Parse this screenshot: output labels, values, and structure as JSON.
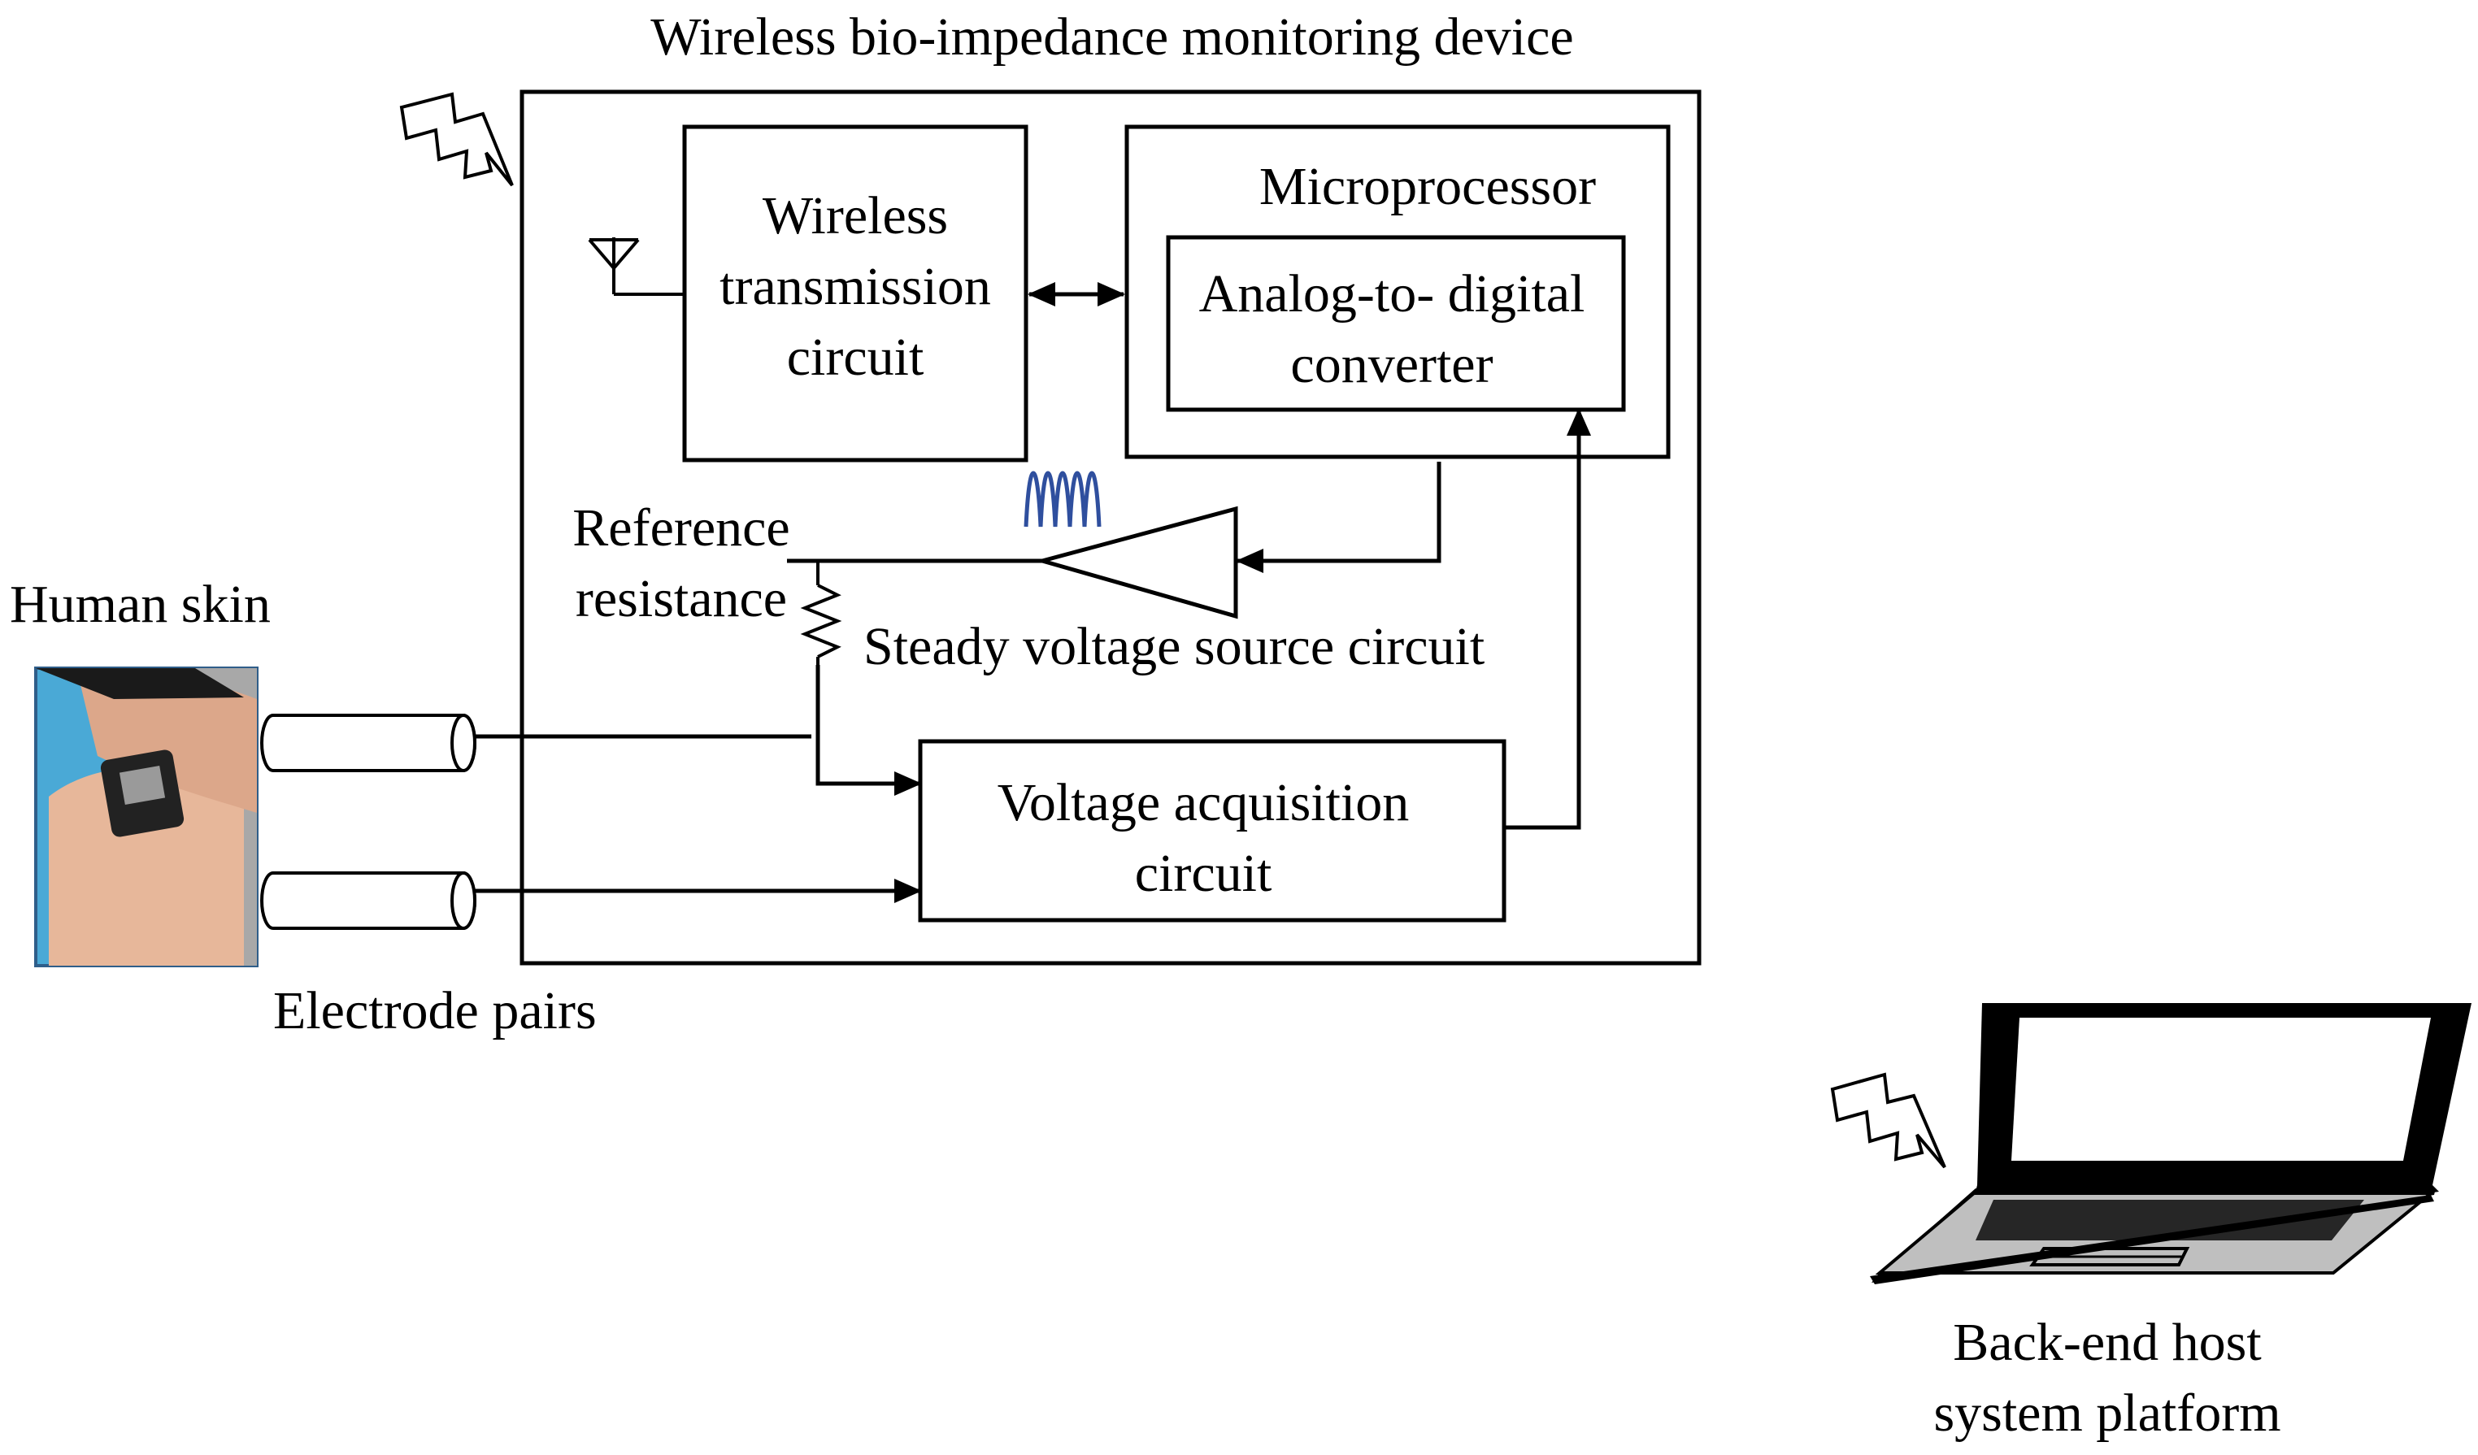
{
  "device": {
    "title": "Wireless bio-impedance monitoring device"
  },
  "blocks": {
    "wireless_transmission": [
      "Wireless",
      "transmission",
      "circuit"
    ],
    "microprocessor": "Microprocessor",
    "adc": [
      "Analog-to- digital",
      "converter"
    ],
    "reference_resistance": [
      "Reference",
      "resistance"
    ],
    "steady_voltage_source": "Steady voltage source circuit",
    "voltage_acquisition": [
      "Voltage acquisition",
      "circuit"
    ]
  },
  "external": {
    "human_skin": "Human skin",
    "electrode_pairs": "Electrode pairs",
    "host": [
      "Back-end host",
      "system platform"
    ]
  },
  "colors": {
    "line": "#000000",
    "waveform": "#2f4f9e",
    "skin_photo_bg": "#4aa9d6",
    "screen_frame": "#000000",
    "keyboard": "#bfbfbf"
  },
  "icons": {
    "antenna": "antenna-icon",
    "wireless_signal": "lightning-bolt-icon",
    "waveform": "sine-wave-icon",
    "resistor": "resistor-icon",
    "amplifier": "triangle-amplifier-icon",
    "laptop": "laptop-icon",
    "skin_photo": "wrist-device-photo"
  }
}
